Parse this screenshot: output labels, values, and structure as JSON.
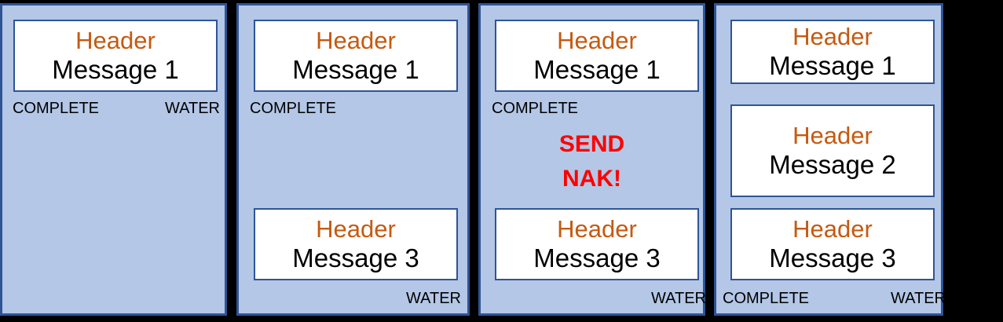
{
  "diagram": {
    "title": "Message reassembly with NAK — four stage panels",
    "colors": {
      "panel_fill": "#b4c7e7",
      "panel_border": "#2f5496",
      "message_box_fill": "#ffffff",
      "message_box_border": "#2f5496",
      "header_text": "#c55a11",
      "body_text": "#000000",
      "alert_text": "#ff0000",
      "background": "#000000"
    },
    "panels": [
      {
        "id": "panel-1",
        "messages": [
          {
            "header": "Header",
            "body": "Message 1"
          }
        ],
        "tags": [
          {
            "label": "COMPLETE",
            "position": "top-left"
          },
          {
            "label": "WATER",
            "position": "top-right"
          }
        ],
        "alert": null
      },
      {
        "id": "panel-2",
        "messages": [
          {
            "header": "Header",
            "body": "Message 1"
          },
          {
            "header": "Header",
            "body": "Message 3"
          }
        ],
        "tags": [
          {
            "label": "COMPLETE",
            "position": "top-left"
          },
          {
            "label": "WATER",
            "position": "bottom-right"
          }
        ],
        "alert": null
      },
      {
        "id": "panel-3",
        "messages": [
          {
            "header": "Header",
            "body": "Message 1"
          },
          {
            "header": "Header",
            "body": "Message 3"
          }
        ],
        "tags": [
          {
            "label": "COMPLETE",
            "position": "top-left"
          },
          {
            "label": "WATER",
            "position": "bottom-right"
          }
        ],
        "alert": "SEND\nNAK!"
      },
      {
        "id": "panel-4",
        "messages": [
          {
            "header": "Header",
            "body": "Message 1"
          },
          {
            "header": "Header",
            "body": "Message 2"
          },
          {
            "header": "Header",
            "body": "Message 3"
          }
        ],
        "tags": [
          {
            "label": "COMPLETE",
            "position": "bottom-left"
          },
          {
            "label": "WATER",
            "position": "bottom-right"
          }
        ],
        "alert": null
      }
    ]
  }
}
